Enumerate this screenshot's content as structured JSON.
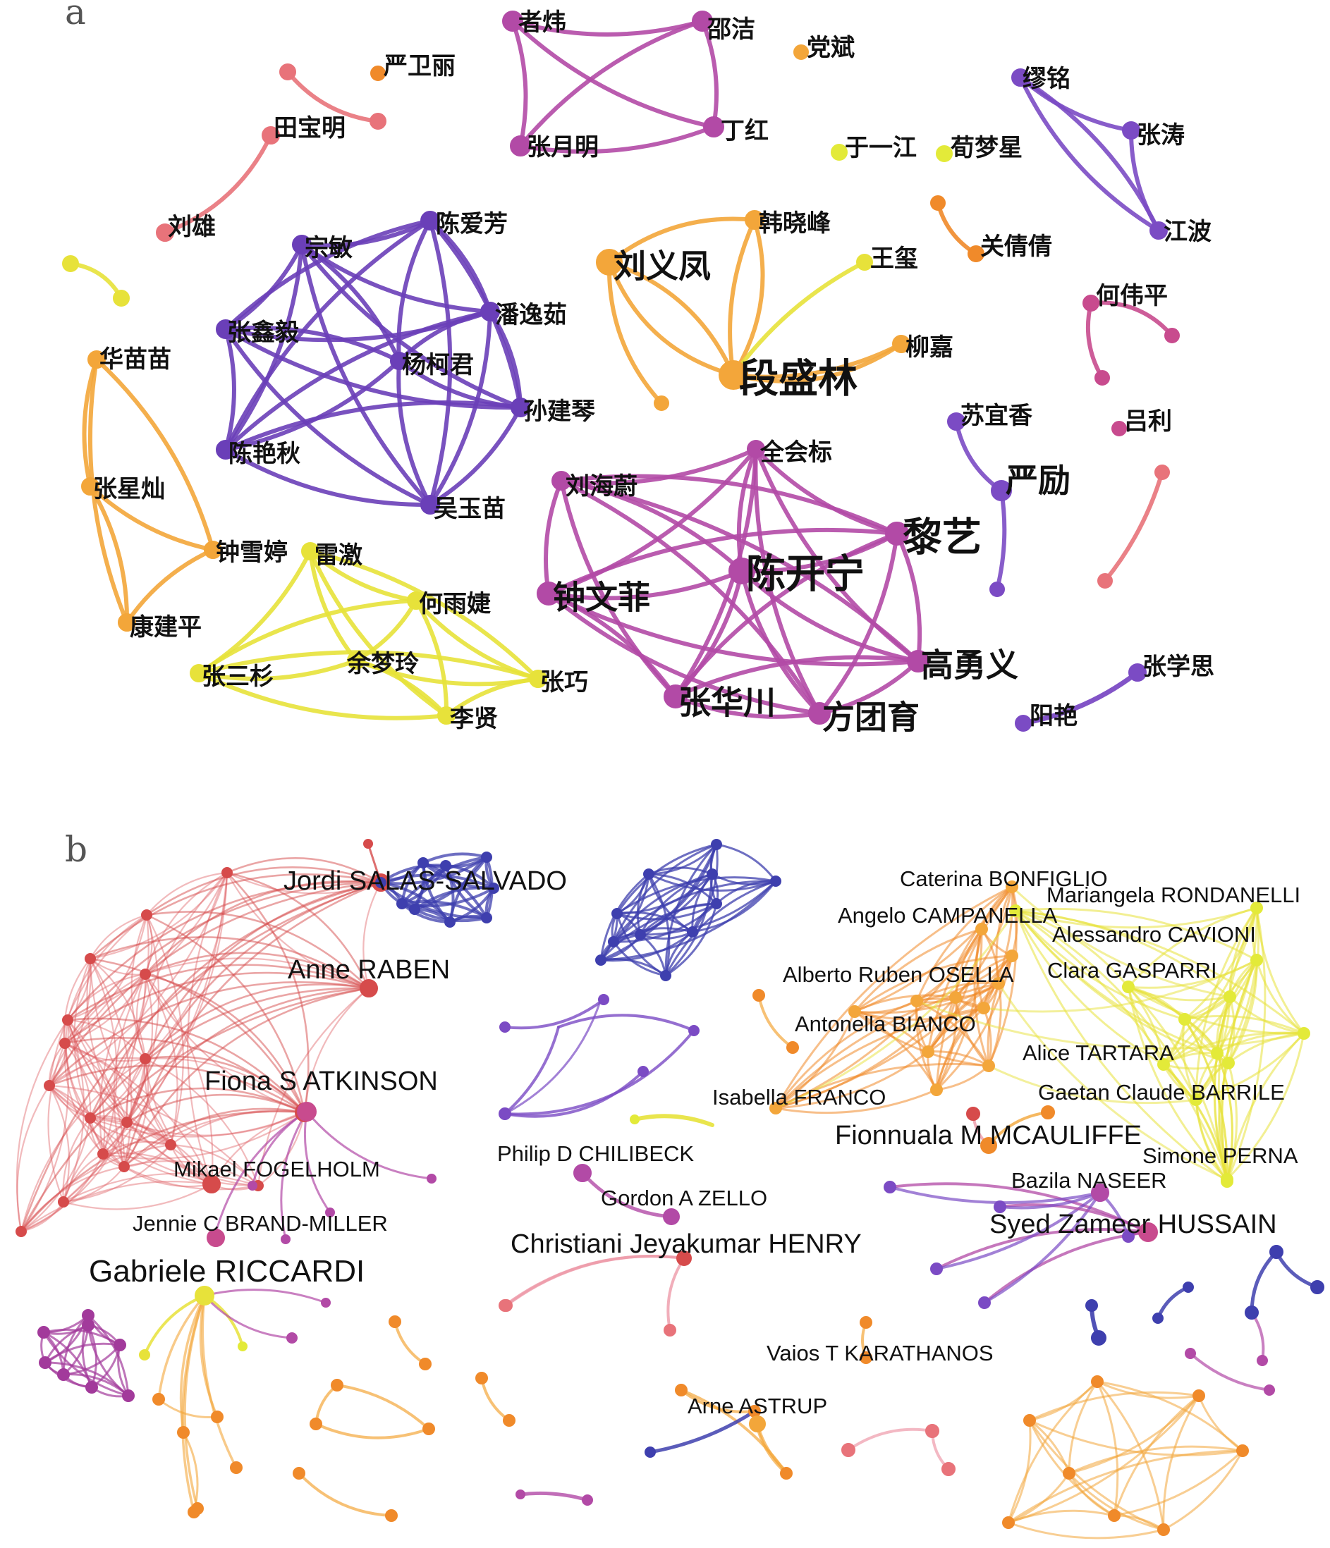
{
  "colors": {
    "purple": "#6a3fb8",
    "violet": "#7b4bc4",
    "magenta": "#b24aa6",
    "pink": "#c84b8e",
    "orange": "#f08a2a",
    "amber": "#f3a63a",
    "yellow": "#e7e23a",
    "lime": "#e3ea39",
    "red": "#d64b4b",
    "lightred": "#e0656a",
    "salmon": "#e8737a",
    "blue": "#3e3fae",
    "lightpink": "#ee9aa9",
    "deepmagenta": "#a23a9b"
  },
  "panels": {
    "a": {
      "letter": "a"
    },
    "b": {
      "letter": "b"
    }
  },
  "network_a": {
    "clusters": [
      {
        "color": "magenta",
        "nodes": [
          "者炜",
          "邵洁",
          "张月明",
          "丁红"
        ],
        "fully_connected": true
      },
      {
        "color": "purple",
        "nodes": [
          "宗敏",
          "陈爱芳",
          "张鑫毅",
          "潘逸茹",
          "杨柯君",
          "孙建琴",
          "陈艳秋",
          "吴玉苗"
        ],
        "fully_connected": true
      },
      {
        "color": "amber",
        "nodes": [
          "段盛林",
          "刘义凤",
          "韩晓峰",
          "柳嘉"
        ],
        "fully_connected": false
      },
      {
        "color": "magenta",
        "nodes": [
          "陈开宁",
          "刘海蔚",
          "全会标",
          "黎艺",
          "钟文菲",
          "高勇义",
          "张华川",
          "方团育"
        ],
        "fully_connected": true
      },
      {
        "color": "yellow",
        "nodes": [
          "雷激",
          "何雨婕",
          "张三杉",
          "余梦玲",
          "张巧",
          "李贤"
        ],
        "fully_connected": true
      },
      {
        "color": "amber",
        "nodes": [
          "华苗苗",
          "张星灿",
          "钟雪婷",
          "康建平"
        ],
        "fully_connected": true
      },
      {
        "color": "violet",
        "nodes": [
          "缪铭",
          "张涛",
          "江波"
        ],
        "fully_connected": true
      }
    ],
    "isolated_labels": [
      "严卫丽",
      "田宝明",
      "刘雄",
      "党斌",
      "于一江",
      "荀梦星",
      "关倩倩",
      "王玺",
      "何伟平",
      "吕利",
      "苏宜香",
      "严励",
      "阳艳",
      "张学思"
    ]
  },
  "network_b": {
    "labels": [
      "Jordi SALAS-SALVADO",
      "Anne RABEN",
      "Fiona S ATKINSON",
      "Mikael FOGELHOLM",
      "Jennie C BRAND-MILLER",
      "Gabriele RICCARDI",
      "Philip D CHILIBECK",
      "Gordon A ZELLO",
      "Christiani Jeyakumar HENRY",
      "Caterina BONFIGLIO",
      "Mariangela RONDANELLI",
      "Angelo CAMPANELLA",
      "Alessandro CAVIONI",
      "Alberto Ruben OSELLA",
      "Clara GASPARRI",
      "Antonella BIANCO",
      "Alice TARTARA",
      "Isabella FRANCO",
      "Gaetan Claude BARRILE",
      "Fionnuala M MCAULIFFE",
      "Simone PERNA",
      "Bazila NASEER",
      "Syed Zameer HUSSAIN",
      "Vaios T KARATHANOS",
      "Arne ASTRUP"
    ]
  }
}
